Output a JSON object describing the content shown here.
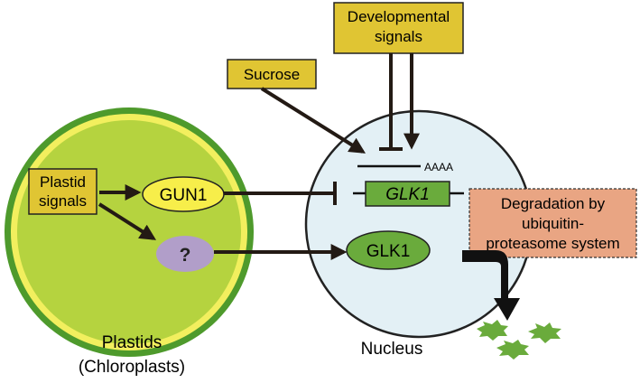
{
  "colors": {
    "plastid_outer": "#4e9a2c",
    "plastid_ring": "#f2ef5e",
    "plastid_fill": "#b5d33f",
    "nucleus_fill": "#e3f0f5",
    "signal_box": "#e0c533",
    "gun1_fill": "#f7ee4a",
    "question_fill": "#b19ec9",
    "glk_fill": "#6aab3c",
    "degradation_box": "#e9a583",
    "fragment": "#6aab3c"
  },
  "labels": {
    "developmental_signals": [
      "Developmental",
      "signals"
    ],
    "sucrose": "Sucrose",
    "plastid_signals": [
      "Plastid",
      "signals"
    ],
    "gun1": "GUN1",
    "unknown": "?",
    "glk1_gene": "GLK1",
    "polya": "AAAA",
    "glk1_protein": "GLK1",
    "degradation": [
      "Degradation by",
      "ubiquitin-",
      "proteasome system"
    ],
    "plastids": [
      "Plastids",
      "(Chloroplasts)"
    ],
    "nucleus": "Nucleus"
  }
}
